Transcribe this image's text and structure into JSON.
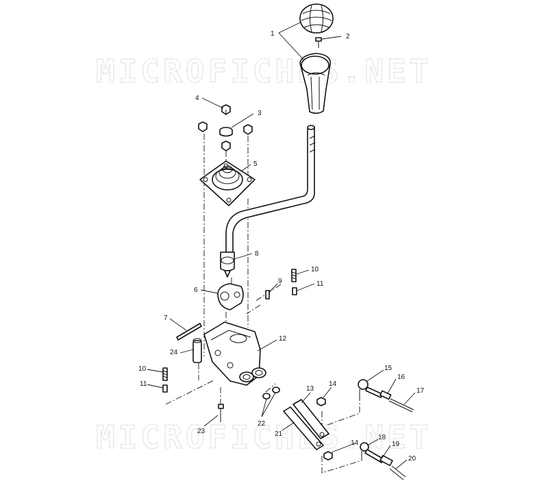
{
  "watermark": "MICROFICHES.NET",
  "callouts": [
    {
      "id": "1",
      "label": "1"
    },
    {
      "id": "2",
      "label": "2"
    },
    {
      "id": "3",
      "label": "3"
    },
    {
      "id": "4",
      "label": "4"
    },
    {
      "id": "5",
      "label": "5"
    },
    {
      "id": "6",
      "label": "6"
    },
    {
      "id": "7",
      "label": "7"
    },
    {
      "id": "8",
      "label": "8"
    },
    {
      "id": "9",
      "label": "9"
    },
    {
      "id": "10a",
      "label": "10"
    },
    {
      "id": "11a",
      "label": "11"
    },
    {
      "id": "10b",
      "label": "10"
    },
    {
      "id": "11b",
      "label": "11"
    },
    {
      "id": "12",
      "label": "12"
    },
    {
      "id": "13",
      "label": "13"
    },
    {
      "id": "14a",
      "label": "14"
    },
    {
      "id": "15",
      "label": "15"
    },
    {
      "id": "16",
      "label": "16"
    },
    {
      "id": "17",
      "label": "17"
    },
    {
      "id": "22",
      "label": "22"
    },
    {
      "id": "21",
      "label": "21"
    },
    {
      "id": "23",
      "label": "23"
    },
    {
      "id": "24",
      "label": "24"
    },
    {
      "id": "14b",
      "label": "14"
    },
    {
      "id": "18",
      "label": "18"
    },
    {
      "id": "19",
      "label": "19"
    },
    {
      "id": "20",
      "label": "20"
    }
  ]
}
